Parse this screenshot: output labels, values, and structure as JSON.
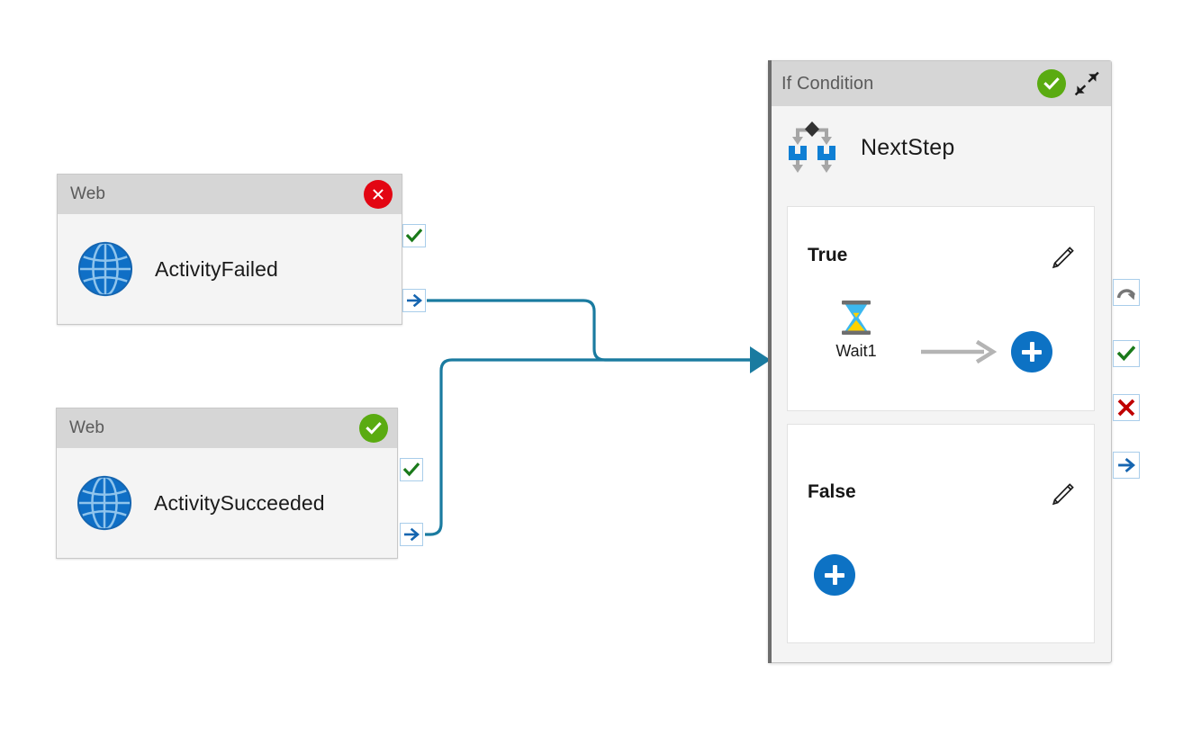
{
  "canvas": {
    "background": "#ffffff",
    "edge_color": "#1a7ba0"
  },
  "nodes": [
    {
      "id": "web-failed",
      "header_title": "Web",
      "label": "ActivityFailed",
      "status": "failed",
      "status_icon": "error-circle-icon",
      "status_color": "#e30613",
      "body_icon": "globe-icon",
      "connectors": [
        {
          "name": "success-connector",
          "icon": "check-icon",
          "color": "#1a7a1a"
        },
        {
          "name": "completion-connector",
          "icon": "arrow-right-icon",
          "color": "#1565b0"
        }
      ]
    },
    {
      "id": "web-succeeded",
      "header_title": "Web",
      "label": "ActivitySucceeded",
      "status": "succeeded",
      "status_icon": "success-circle-icon",
      "status_color": "#5aab11",
      "body_icon": "globe-icon",
      "connectors": [
        {
          "name": "success-connector",
          "icon": "check-icon",
          "color": "#1a7a1a"
        },
        {
          "name": "completion-connector",
          "icon": "arrow-right-icon",
          "color": "#1565b0"
        }
      ]
    }
  ],
  "if_panel": {
    "header_title": "If Condition",
    "status_icon": "success-circle-icon",
    "status_color": "#5aab11",
    "collapse_icon": "collapse-arrows-icon",
    "step_icon": "decision-branch-icon",
    "step_name": "NextStep",
    "branches": [
      {
        "id": "true-branch",
        "label": "True",
        "edit_icon": "pencil-icon",
        "steps": [
          {
            "name": "Wait1",
            "icon": "hourglass-icon"
          }
        ],
        "has_flow_arrow": true,
        "add_button": {
          "name": "add-activity-button",
          "icon": "plus-icon",
          "color": "#0d72c4"
        }
      },
      {
        "id": "false-branch",
        "label": "False",
        "edit_icon": "pencil-icon",
        "steps": [],
        "has_flow_arrow": false,
        "add_button": {
          "name": "add-activity-button",
          "icon": "plus-icon",
          "color": "#0d72c4"
        }
      }
    ],
    "rail_connectors": [
      {
        "name": "retry-connector",
        "icon": "retry-arrow-icon",
        "color": "#767676"
      },
      {
        "name": "success-connector",
        "icon": "check-icon",
        "color": "#1a7a1a"
      },
      {
        "name": "failure-connector",
        "icon": "cross-icon",
        "color": "#c00000"
      },
      {
        "name": "completion-connector",
        "icon": "arrow-right-icon",
        "color": "#1565b0"
      }
    ]
  },
  "edges": [
    {
      "from": "web-failed-completion",
      "to": "if-panel-input"
    },
    {
      "from": "web-succeeded-completion",
      "to": "if-panel-input"
    }
  ]
}
